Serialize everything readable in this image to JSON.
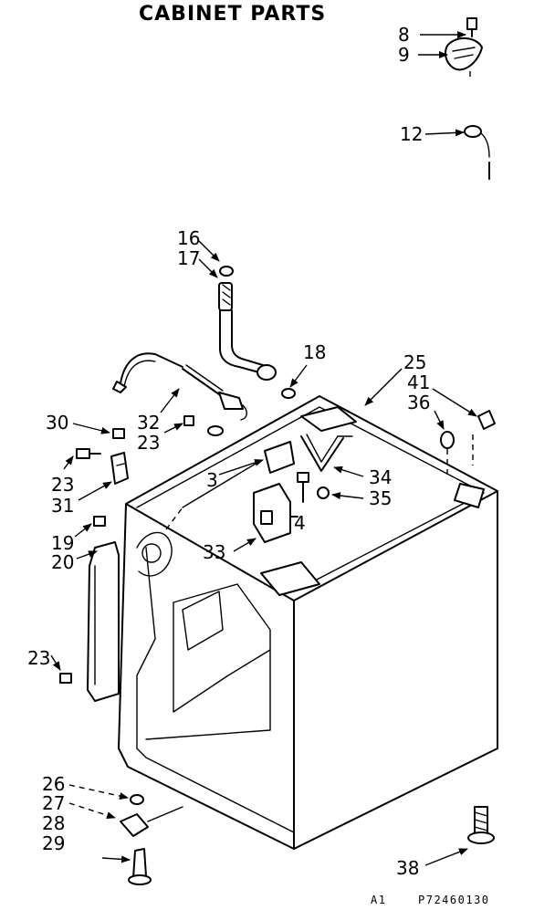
{
  "diagram": {
    "title": "CABINET PARTS",
    "footer": {
      "code": "A1",
      "reference": "P72460130"
    },
    "callouts": {
      "c8": "8",
      "c9": "9",
      "c12": "12",
      "c16": "16",
      "c17": "17",
      "c18": "18",
      "c25": "25",
      "c41": "41",
      "c36": "36",
      "c30": "30",
      "c32": "32",
      "c23a": "23",
      "c23b": "23",
      "c31": "31",
      "c3": "3",
      "c34": "34",
      "c35": "35",
      "c4": "4",
      "c33": "33",
      "c19": "19",
      "c20": "20",
      "c23c": "23",
      "c26": "26",
      "c27": "27",
      "c28": "28",
      "c29": "29",
      "c38": "38"
    }
  }
}
